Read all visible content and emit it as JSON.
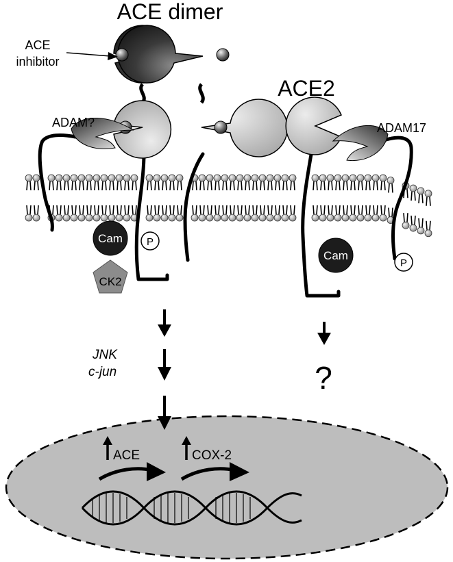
{
  "title": "ACE dimer",
  "labels": {
    "ace_inhibitor_line1": "ACE",
    "ace_inhibitor_line2": "inhibitor",
    "adam_unknown": "ADAM?",
    "ace2": "ACE2",
    "adam17": "ADAM17",
    "cam_left": "Cam",
    "cam_right": "Cam",
    "phospho_left": "P",
    "phospho_right": "P",
    "ck2": "CK2",
    "jnk": "JNK",
    "cjun": "c-jun",
    "unknown_pathway": "?",
    "gene_ace": "ACE",
    "gene_cox2": "COX-2"
  },
  "colors": {
    "ace_dark": "#3a3a3a",
    "ace_light": "#c4c4c4",
    "nucleus": "#bdbdbd",
    "cam": "#1c1c1c",
    "ck2": "#8c8c8c",
    "line": "#000000"
  }
}
